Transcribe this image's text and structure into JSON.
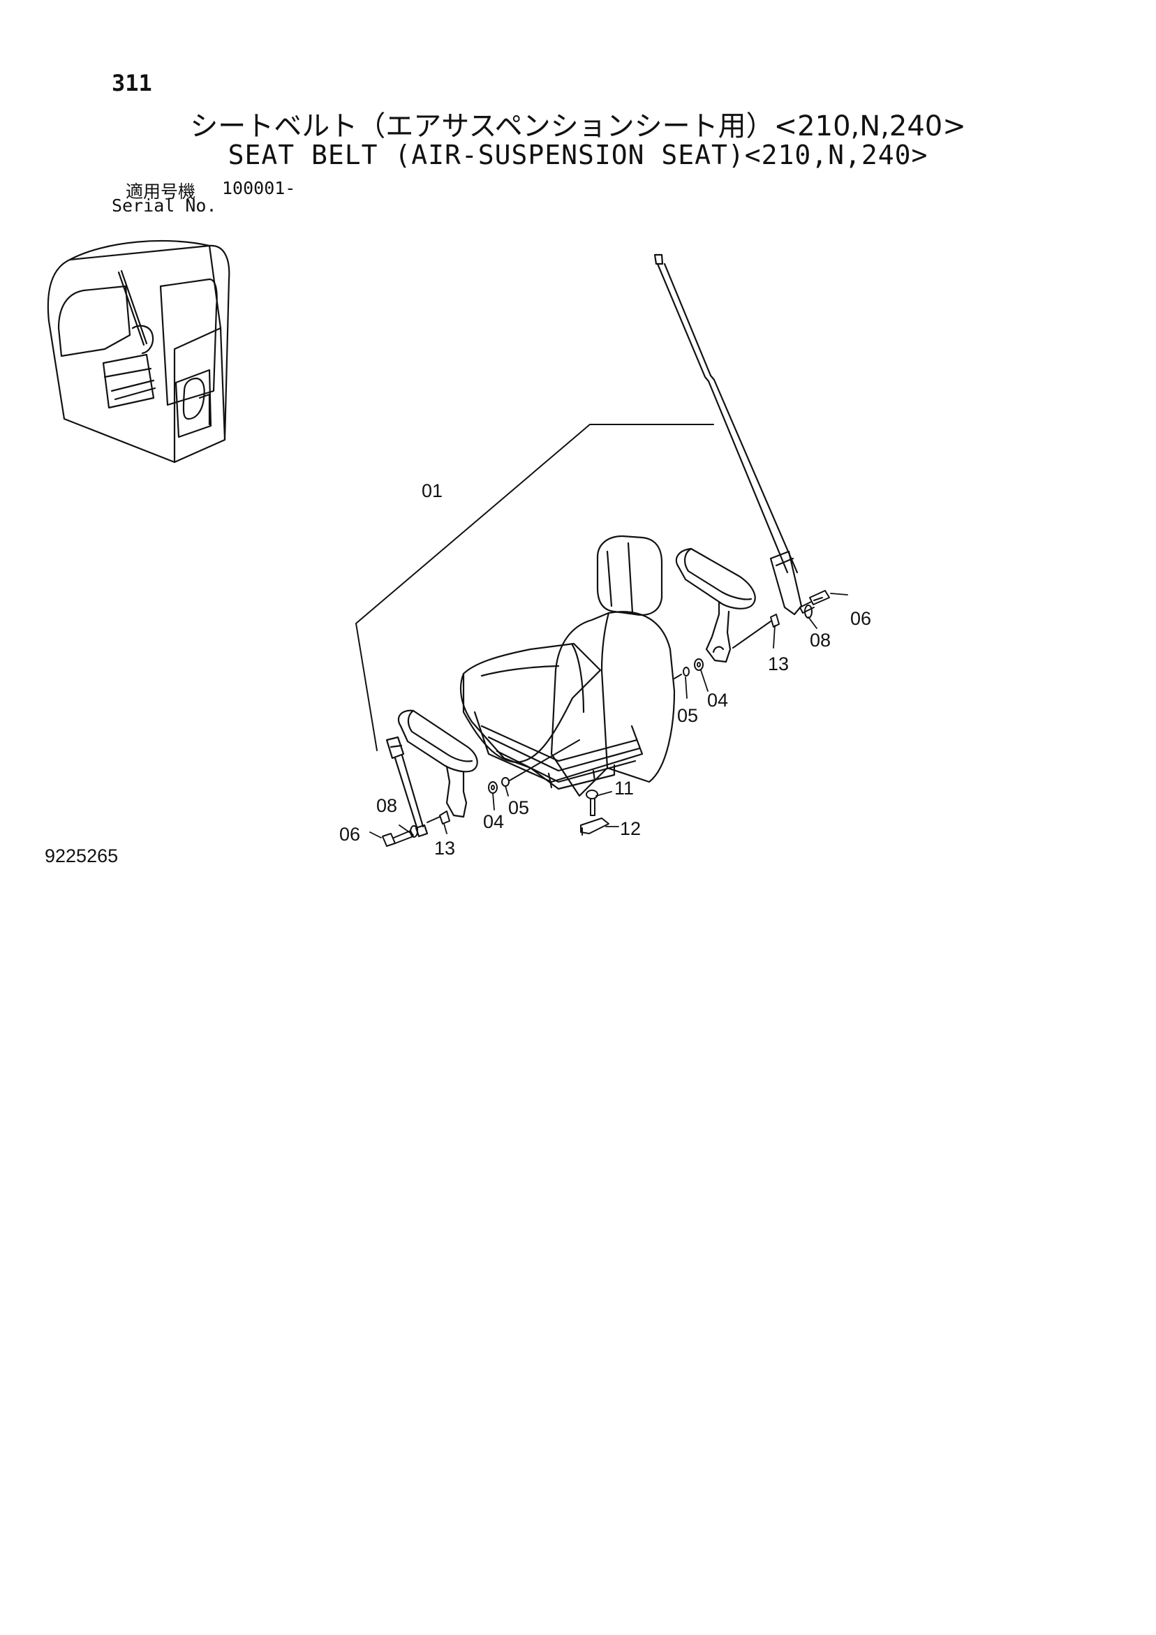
{
  "page_number": "311",
  "title_jp": "シートベルト（エアサスペンションシート用）<210,N,240>",
  "title_en": "SEAT BELT (AIR-SUSPENSION SEAT)<210,N,240>",
  "serial": {
    "label_jp": "適用号機",
    "label_en": "Serial No.",
    "value": "100001-"
  },
  "figure_number": "9225265",
  "callouts": {
    "c01": "01",
    "c04_right": "04",
    "c05_right": "05",
    "c06_right": "06",
    "c08_right": "08",
    "c13_right": "13",
    "c04_left": "04",
    "c05_left": "05",
    "c06_left": "06",
    "c08_left": "08",
    "c13_left": "13",
    "c11": "11",
    "c12": "12"
  }
}
